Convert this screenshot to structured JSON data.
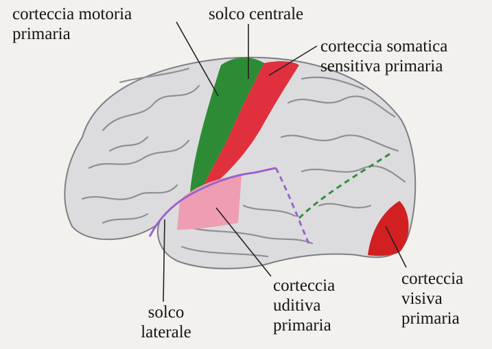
{
  "labels": {
    "motor": [
      "corteccia motoria",
      "primaria"
    ],
    "central_sulcus": [
      "solco centrale"
    ],
    "somatosensory": [
      "corteccia somatica",
      "sensitiva primaria"
    ],
    "lateral_sulcus": [
      "solco",
      "laterale"
    ],
    "auditory": [
      "corteccia",
      "uditiva",
      "primaria"
    ],
    "visual": [
      "corteccia",
      "visiva",
      "primaria"
    ]
  },
  "colors": {
    "background": "#f3f1ee",
    "brain": "#dcdcde",
    "gyri_lines": "#8e8e95",
    "motor_cortex": "#2e8b35",
    "somatosensory_cortex": "#e0303e",
    "auditory_cortex": "#ef9db3",
    "visual_cortex": "#d21f22",
    "lateral_sulcus_line": "#9b62c9",
    "occipital_boundary": "#2f8f3a",
    "leader_lines": "#202020"
  }
}
